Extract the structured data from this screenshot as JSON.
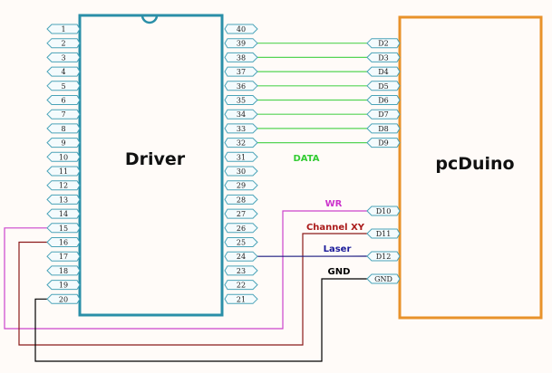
{
  "diagram": {
    "title": "Driver to pcDuino wiring",
    "colors": {
      "background": "#fffbf8",
      "driver_outline": "#2a8fa8",
      "pcduino_outline": "#e8922a",
      "pin_outline": "#4aa3b8",
      "pin_fill": "#f4fbfd",
      "data_wire": "#55d455",
      "wr_wire": "#cc44cc",
      "channel_xy_wire": "#8b1a1a",
      "laser_wire": "#1a1a80",
      "gnd_wire": "#000000"
    },
    "driver": {
      "label": "Driver",
      "left_pins": [
        "1",
        "2",
        "3",
        "4",
        "5",
        "6",
        "7",
        "8",
        "9",
        "10",
        "11",
        "12",
        "13",
        "14",
        "15",
        "16",
        "17",
        "18",
        "19",
        "20"
      ],
      "right_pins": [
        "40",
        "39",
        "38",
        "37",
        "36",
        "35",
        "34",
        "33",
        "32",
        "31",
        "30",
        "29",
        "28",
        "27",
        "26",
        "25",
        "24",
        "23",
        "22",
        "21"
      ]
    },
    "pcduino": {
      "label": "pcDuino",
      "data_pins": [
        "D2",
        "D3",
        "D4",
        "D5",
        "D6",
        "D7",
        "D8",
        "D9"
      ],
      "control_pins": [
        "D10",
        "D11",
        "D12",
        "GND"
      ]
    },
    "nets": {
      "data": {
        "label": "DATA",
        "color": "#33cc33",
        "from_pins": [
          "39",
          "38",
          "37",
          "36",
          "35",
          "34",
          "33",
          "32"
        ],
        "to_pins": [
          "D2",
          "D3",
          "D4",
          "D5",
          "D6",
          "D7",
          "D8",
          "D9"
        ]
      },
      "wr": {
        "label": "WR",
        "color": "#cc33cc",
        "from_pin": "15",
        "to_pin": "D10"
      },
      "channel_xy": {
        "label": "Channel XY",
        "color": "#aa1a1a",
        "from_pin": "16",
        "to_pin": "D11"
      },
      "laser": {
        "label": "Laser",
        "color": "#1a1a99",
        "from_pin": "24",
        "to_pin": "D12"
      },
      "gnd": {
        "label": "GND",
        "color": "#000000",
        "from_pin": "20",
        "to_pin": "GND"
      }
    }
  }
}
